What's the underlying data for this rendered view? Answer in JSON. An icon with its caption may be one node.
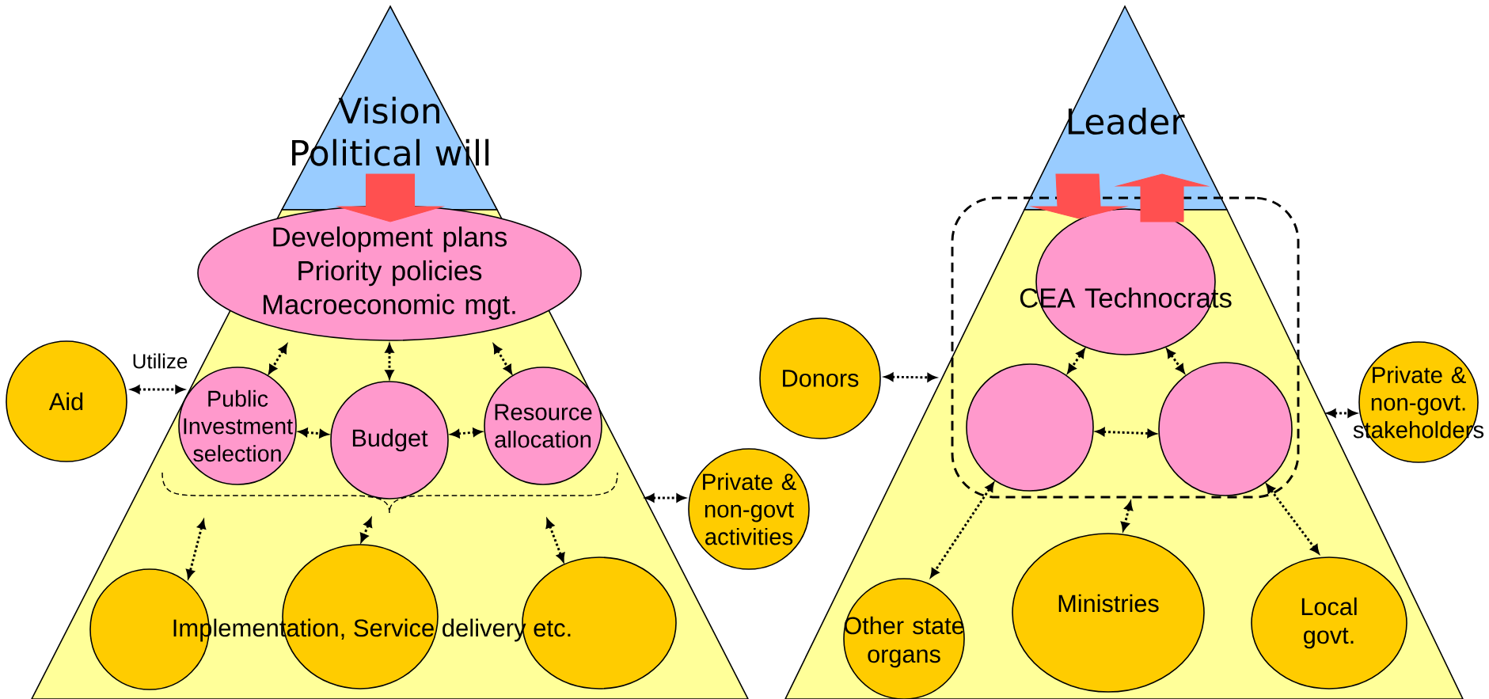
{
  "diagram": {
    "nodes": [
      {
        "text": [
          "Vision Political will"
        ]
      },
      {
        "text": [],
        "shape": "trapezoid"
      },
      {
        "text": [
          "Development plans Priority policies Macroeconomic mgt."
        ],
        "in": 1
      },
      {
        "text": [
          "Public Investment selection"
        ],
        "in": 1
      },
      {
        "text": [
          "Budget"
        ],
        "in": 1
      },
      {
        "text": [
          "Resource allocation"
        ],
        "in": 1
      },
      {
        "text": [],
        "shape": "brace",
        "in": 1
      },
      {
        "text": [],
        "shape": "circle",
        "in": 1
      },
      {
        "text": [],
        "shape": "circle",
        "in": 1
      },
      {
        "text": [],
        "shape": "circle",
        "in": 1
      },
      {
        "text": [
          "Aid"
        ]
      },
      {
        "text": [
          "Private & non-govt activities"
        ]
      },
      {
        "text": [
          "Leader"
        ]
      },
      {
        "text": [],
        "shape": "trapezoid"
      },
      {
        "text": [],
        "shape": "box",
        "in": 13
      },
      {
        "text": [
          "CEA Technocrats"
        ],
        "in": 14
      },
      {
        "text": [],
        "shape": "circle",
        "in": 14
      },
      {
        "text": [],
        "shape": "circle",
        "in": 14
      },
      {
        "text": [
          "Donors"
        ]
      },
      {
        "text": [
          "Private & non-govt. stakeholders"
        ]
      },
      {
        "text": [
          "Other state organs"
        ],
        "in": 13
      },
      {
        "text": [
          "Ministries"
        ],
        "in": 13
      },
      {
        "text": [
          "Local govt."
        ],
        "in": 13
      }
    ],
    "edges": [
      {
        "from": 0,
        "to": 2,
        "arrow": "to",
        "style": "thick",
        "color": "#ff5050"
      },
      {
        "from": 10,
        "to": 1,
        "arrow": "both",
        "label": "Utilize",
        "style": "dashed"
      },
      {
        "from": 2,
        "to": 3,
        "arrow": "both",
        "style": "dashed"
      },
      {
        "from": 2,
        "to": 4,
        "arrow": "both",
        "style": "dashed"
      },
      {
        "from": 2,
        "to": 5,
        "arrow": "both",
        "style": "dashed"
      },
      {
        "from": 3,
        "to": 4,
        "arrow": "both",
        "style": "dashed"
      },
      {
        "from": 4,
        "to": 5,
        "arrow": "both",
        "style": "dashed"
      },
      {
        "from": 6,
        "to": 7,
        "arrow": "both",
        "style": "dashed"
      },
      {
        "from": 6,
        "to": 8,
        "arrow": "both",
        "style": "dashed"
      },
      {
        "from": 6,
        "to": 9,
        "arrow": "both",
        "style": "dashed"
      },
      {
        "from": 1,
        "to": 11,
        "arrow": "both",
        "style": "dashed"
      },
      {
        "from": 12,
        "to": 15,
        "arrow": "to",
        "style": "thick",
        "color": "#ff5050"
      },
      {
        "from": 15,
        "to": 12,
        "arrow": "to",
        "style": "thick",
        "color": "#ff5050"
      },
      {
        "from": 18,
        "to": 13,
        "arrow": "both",
        "style": "dashed"
      },
      {
        "from": 13,
        "to": 19,
        "arrow": "both",
        "style": "dashed"
      },
      {
        "from": 15,
        "to": 16,
        "arrow": "both",
        "style": "dashed"
      },
      {
        "from": 15,
        "to": 17,
        "arrow": "both",
        "style": "dashed"
      },
      {
        "from": 16,
        "to": 17,
        "arrow": "both",
        "style": "dashed"
      },
      {
        "from": 16,
        "to": 20,
        "arrow": "both",
        "style": "dashed"
      },
      {
        "from": 14,
        "to": 21,
        "arrow": "both",
        "style": "dashed"
      },
      {
        "from": 17,
        "to": 22,
        "arrow": "both",
        "style": "dashed"
      }
    ],
    "labels": [
      "Implementation, Service delivery etc."
    ]
  }
}
